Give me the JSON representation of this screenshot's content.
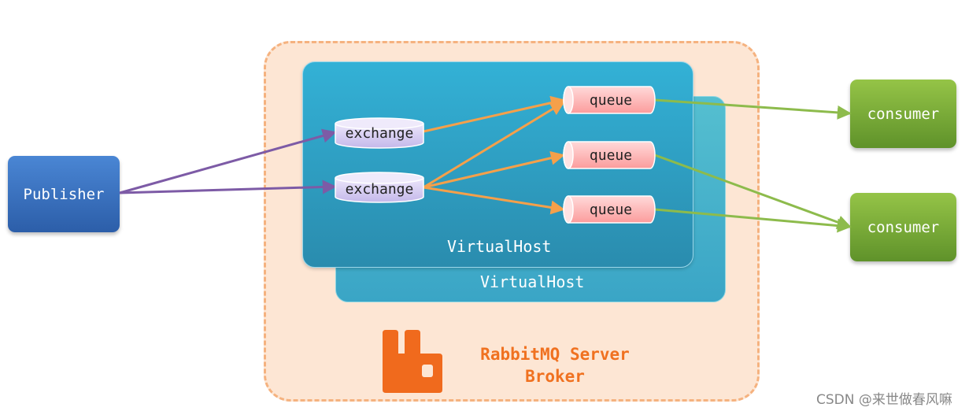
{
  "publisher": {
    "label": "Publisher"
  },
  "consumers": [
    {
      "label": "consumer"
    },
    {
      "label": "consumer"
    }
  ],
  "exchanges": [
    {
      "label": "exchange"
    },
    {
      "label": "exchange"
    }
  ],
  "queues": [
    {
      "label": "queue"
    },
    {
      "label": "queue"
    },
    {
      "label": "queue"
    }
  ],
  "virtual_hosts": [
    {
      "label": "VirtualHost"
    },
    {
      "label": "VirtualHost"
    }
  ],
  "broker": {
    "line1": "RabbitMQ Server",
    "line2": "Broker"
  },
  "watermark": "CSDN @来世做春风嘛",
  "colors": {
    "publisher_link": "#7d5ba6",
    "exchange_queue_link": "#f5a04a",
    "queue_consumer_link": "#8dbb4c",
    "broker_accent": "#f07120"
  }
}
